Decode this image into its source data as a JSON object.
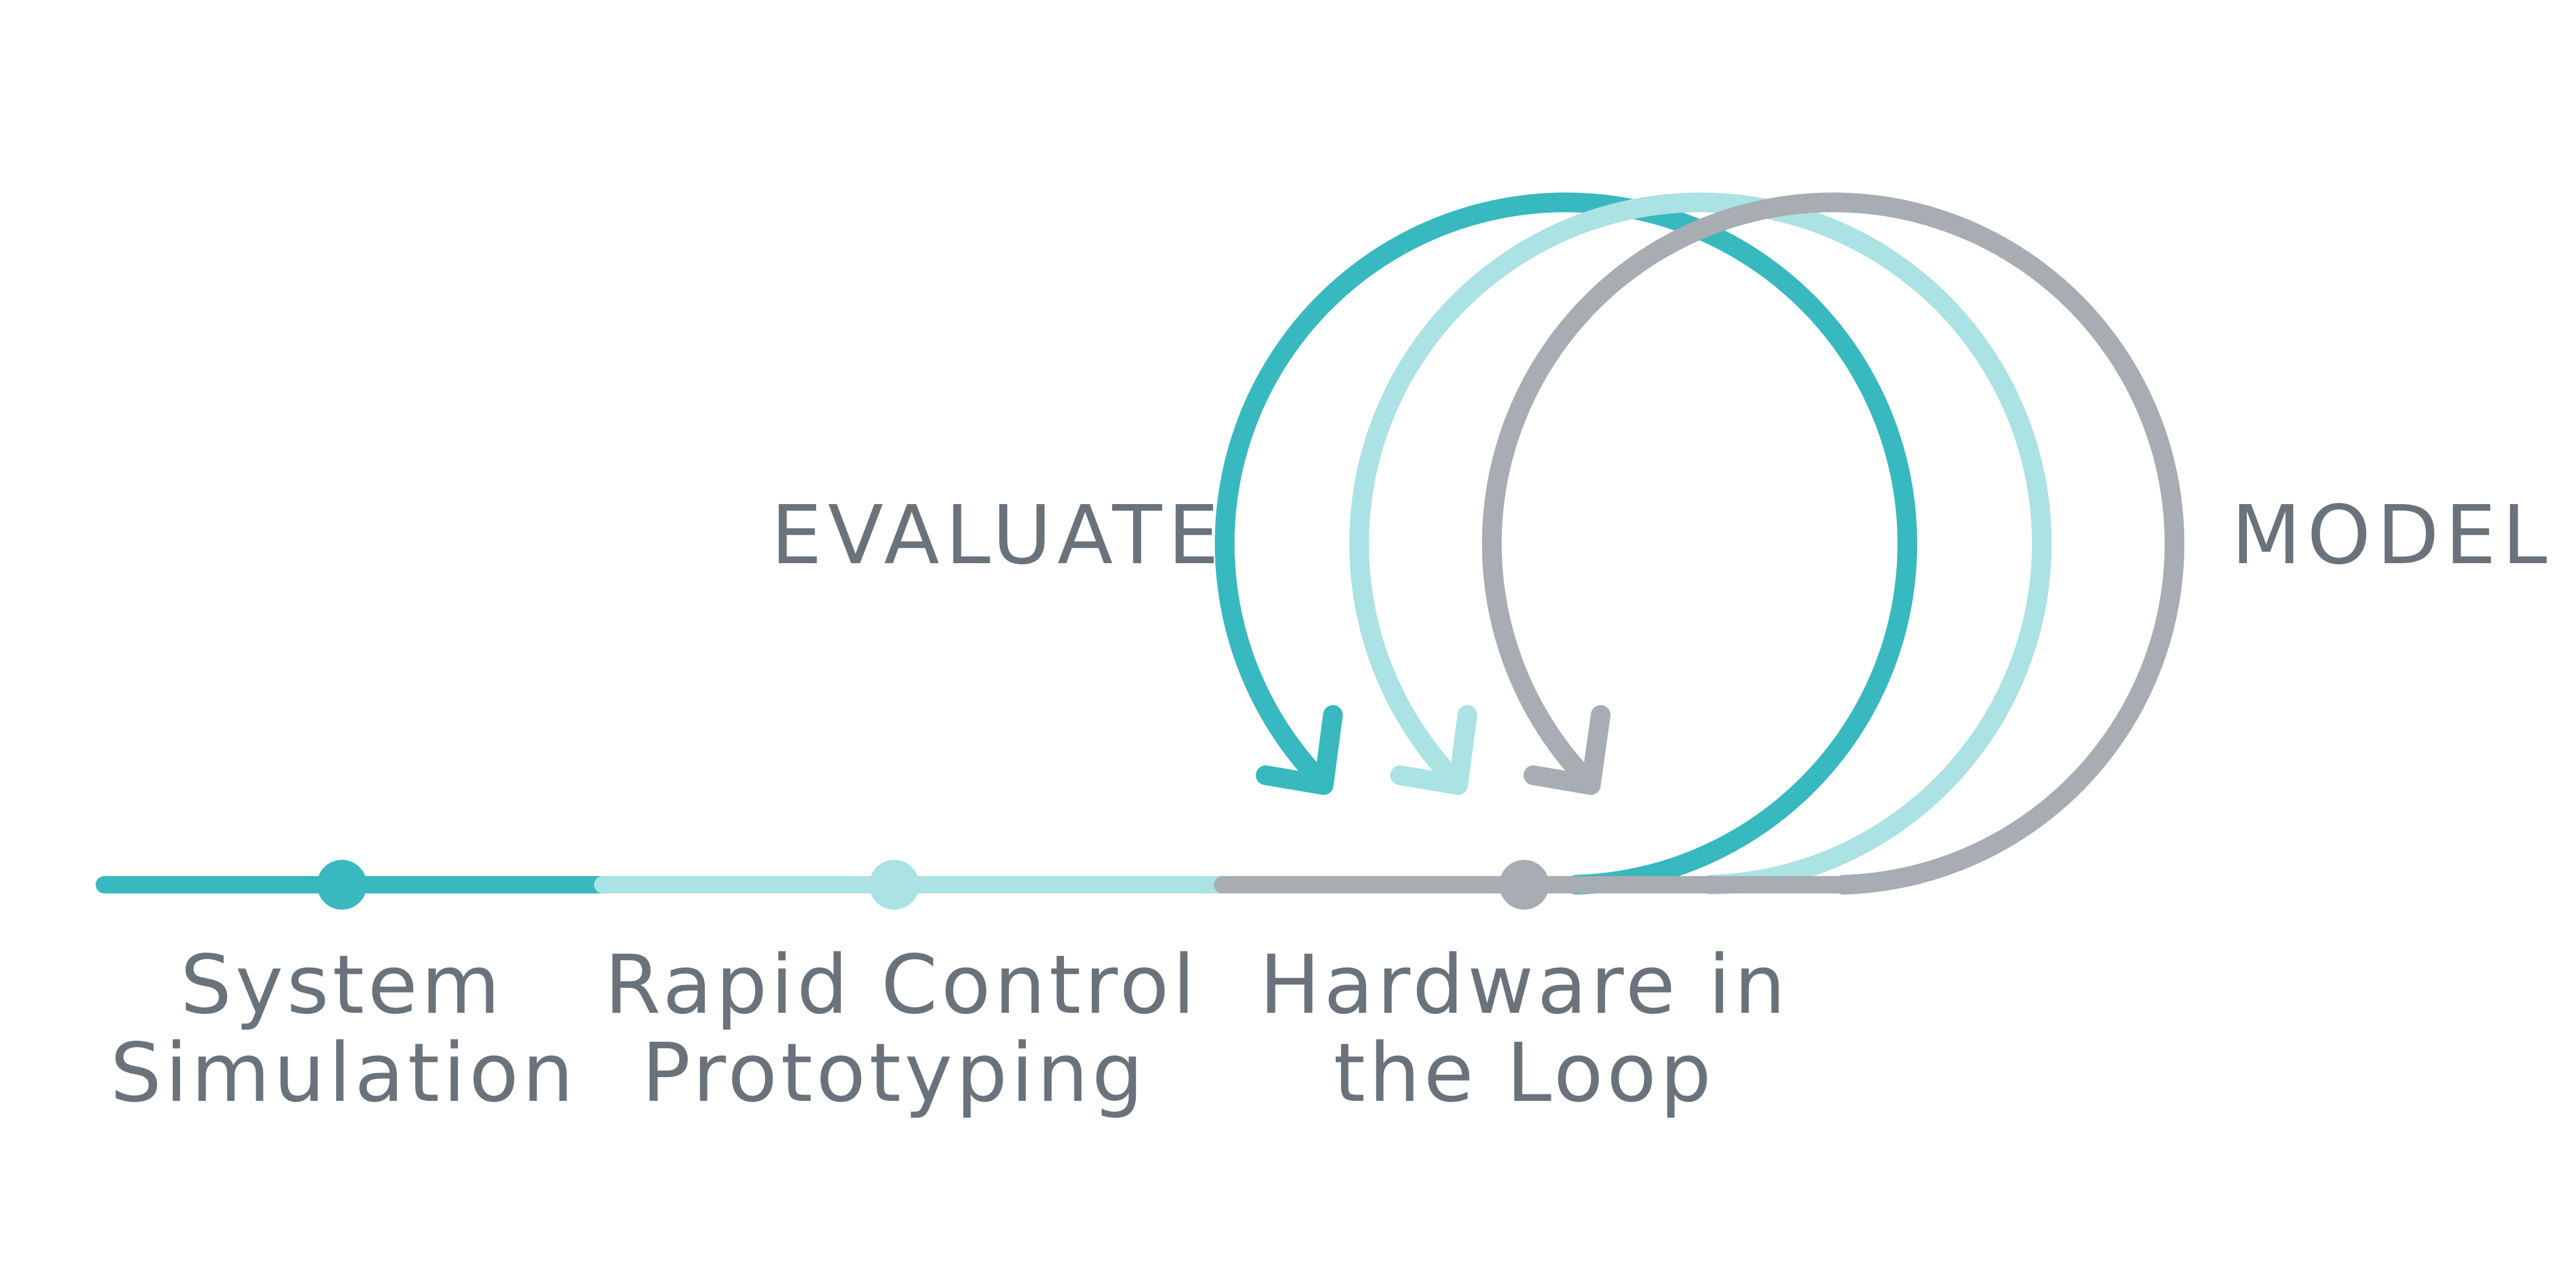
{
  "colors": {
    "teal": "#37b9bf",
    "light_teal": "#abe2e3",
    "gray": "#a7adb2",
    "text": "#6a737b"
  },
  "labels": {
    "evaluate": "EVALUATE",
    "model": "MODEL"
  },
  "stages": [
    {
      "line1": "System",
      "line2": "Simulation",
      "color": "#37b9bf"
    },
    {
      "line1": "Rapid Control",
      "line2": "Prototyping",
      "color": "#abe2e3"
    },
    {
      "line1": "Hardware in",
      "line2": "the Loop",
      "color": "#a7adb2"
    }
  ]
}
